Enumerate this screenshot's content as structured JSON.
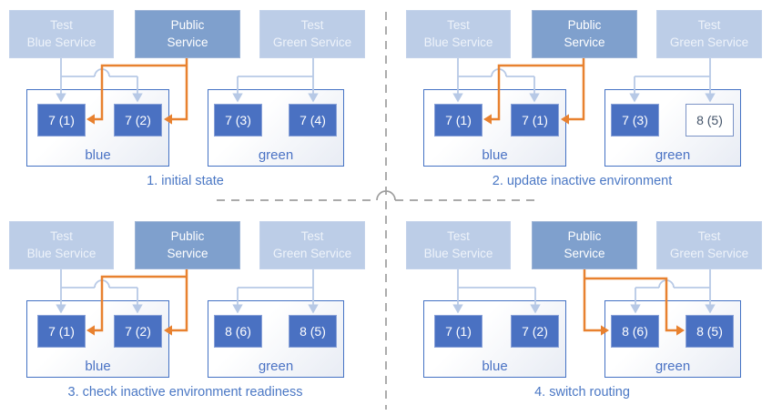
{
  "colors": {
    "accent_blue": "#4472C4",
    "node_fill": "#4A71C2",
    "public_service_fill": "#7FA0CD",
    "test_service_fill": "#BCCDE7",
    "test_route_arrow": "#B7C9E6",
    "public_route_arrow": "#E8812F",
    "divider_gray": "#9E9E9E",
    "caption_text": "#4A77C4",
    "outline_node_text": "#44546A"
  },
  "services": {
    "test_blue": "Test\nBlue Service",
    "public": "Public\nService",
    "test_green": "Test\nGreen Service"
  },
  "quadrants": [
    {
      "caption": "1. initial state",
      "environments": [
        {
          "label": "blue",
          "nodes": [
            {
              "label": "7 (1)",
              "style": "solid"
            },
            {
              "label": "7 (2)",
              "style": "solid"
            }
          ]
        },
        {
          "label": "green",
          "nodes": [
            {
              "label": "7 (3)",
              "style": "solid"
            },
            {
              "label": "7 (4)",
              "style": "solid"
            }
          ]
        }
      ]
    },
    {
      "caption": "2. update inactive environment",
      "environments": [
        {
          "label": "blue",
          "nodes": [
            {
              "label": "7 (1)",
              "style": "solid"
            },
            {
              "label": "7 (1)",
              "style": "solid"
            }
          ]
        },
        {
          "label": "green",
          "nodes": [
            {
              "label": "7 (3)",
              "style": "solid"
            },
            {
              "label": "8 (5)",
              "style": "outline"
            }
          ]
        }
      ]
    },
    {
      "caption": "3. check inactive environment readiness",
      "environments": [
        {
          "label": "blue",
          "nodes": [
            {
              "label": "7 (1)",
              "style": "solid"
            },
            {
              "label": "7 (2)",
              "style": "solid"
            }
          ]
        },
        {
          "label": "green",
          "nodes": [
            {
              "label": "8 (6)",
              "style": "solid"
            },
            {
              "label": "8 (5)",
              "style": "solid"
            }
          ]
        }
      ]
    },
    {
      "caption": "4. switch routing",
      "environments": [
        {
          "label": "blue",
          "nodes": [
            {
              "label": "7 (1)",
              "style": "solid"
            },
            {
              "label": "7 (2)",
              "style": "solid"
            }
          ]
        },
        {
          "label": "green",
          "nodes": [
            {
              "label": "8 (6)",
              "style": "solid"
            },
            {
              "label": "8 (5)",
              "style": "solid"
            }
          ]
        }
      ]
    }
  ]
}
